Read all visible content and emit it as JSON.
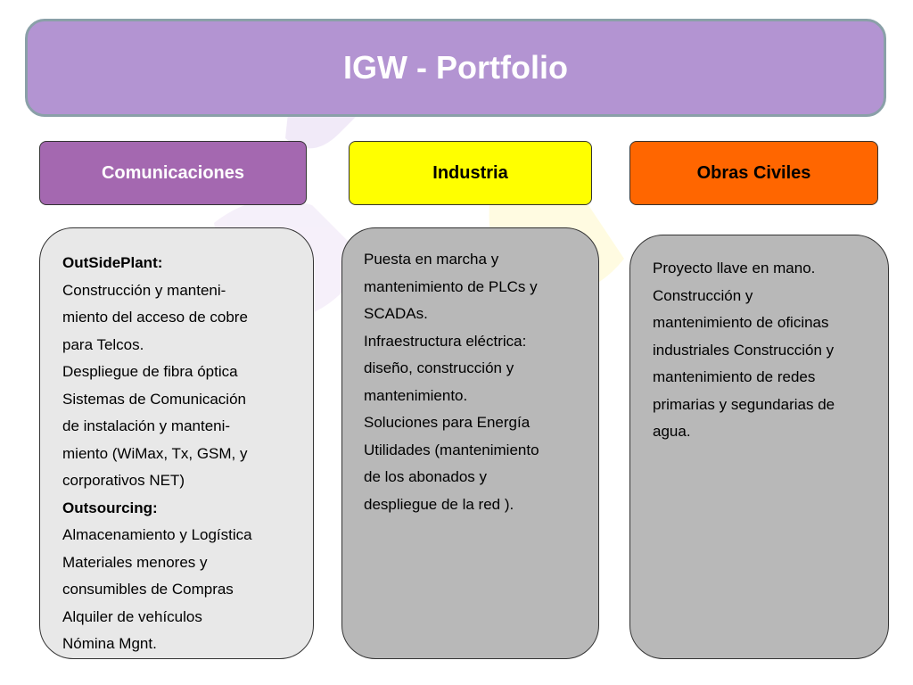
{
  "title": "IGW - Portfolio",
  "columns": {
    "comunicaciones": {
      "header": "Comunicaciones",
      "lines": [
        {
          "text": "OutSidePlant:",
          "bold": true
        },
        {
          "text": "Construcción y manteni-",
          "bold": false
        },
        {
          "text": "miento del acceso de cobre",
          "bold": false
        },
        {
          "text": "para Telcos.",
          "bold": false
        },
        {
          "text": " Despliegue de fibra óptica",
          "bold": false
        },
        {
          "text": " Sistemas de Comunicación",
          "bold": false
        },
        {
          "text": "de instalación y manteni-",
          "bold": false
        },
        {
          "text": "miento (WiMax, Tx, GSM, y",
          "bold": false
        },
        {
          "text": "corporativos NET)",
          "bold": false
        },
        {
          "text": "Outsourcing:",
          "bold": true
        },
        {
          "text": "Almacenamiento y Logística",
          "bold": false
        },
        {
          "text": "Materiales menores  y",
          "bold": false
        },
        {
          "text": "consumibles de Compras",
          "bold": false
        },
        {
          "text": "Alquiler de  vehículos",
          "bold": false
        },
        {
          "text": "Nómina Mgnt.",
          "bold": false
        }
      ]
    },
    "industria": {
      "header": "Industria",
      "lines": [
        {
          "text": "Puesta en marcha y",
          "bold": false
        },
        {
          "text": "mantenimiento de PLCs y",
          "bold": false
        },
        {
          "text": "SCADAs.",
          "bold": false
        },
        {
          "text": "Infraestructura eléctrica:",
          "bold": false
        },
        {
          "text": "diseño, construcción y",
          "bold": false
        },
        {
          "text": "mantenimiento.",
          "bold": false
        },
        {
          "text": "Soluciones para Energía",
          "bold": false
        },
        {
          "text": "Utilidades (mantenimiento",
          "bold": false
        },
        {
          "text": "de los abonados y",
          "bold": false
        },
        {
          "text": "despliegue de la red ).",
          "bold": false
        }
      ]
    },
    "obras_civiles": {
      "header": "Obras Civiles",
      "lines": [
        {
          "text": "Proyecto llave en mano.",
          "bold": false
        },
        {
          "text": "Construcción y",
          "bold": false
        },
        {
          "text": "mantenimiento de oficinas",
          "bold": false
        },
        {
          "text": "industriales Construcción y",
          "bold": false
        },
        {
          "text": "mantenimiento de redes",
          "bold": false
        },
        {
          "text": "primarias y segundarias de",
          "bold": false
        },
        {
          "text": "agua.",
          "bold": false
        }
      ]
    }
  }
}
